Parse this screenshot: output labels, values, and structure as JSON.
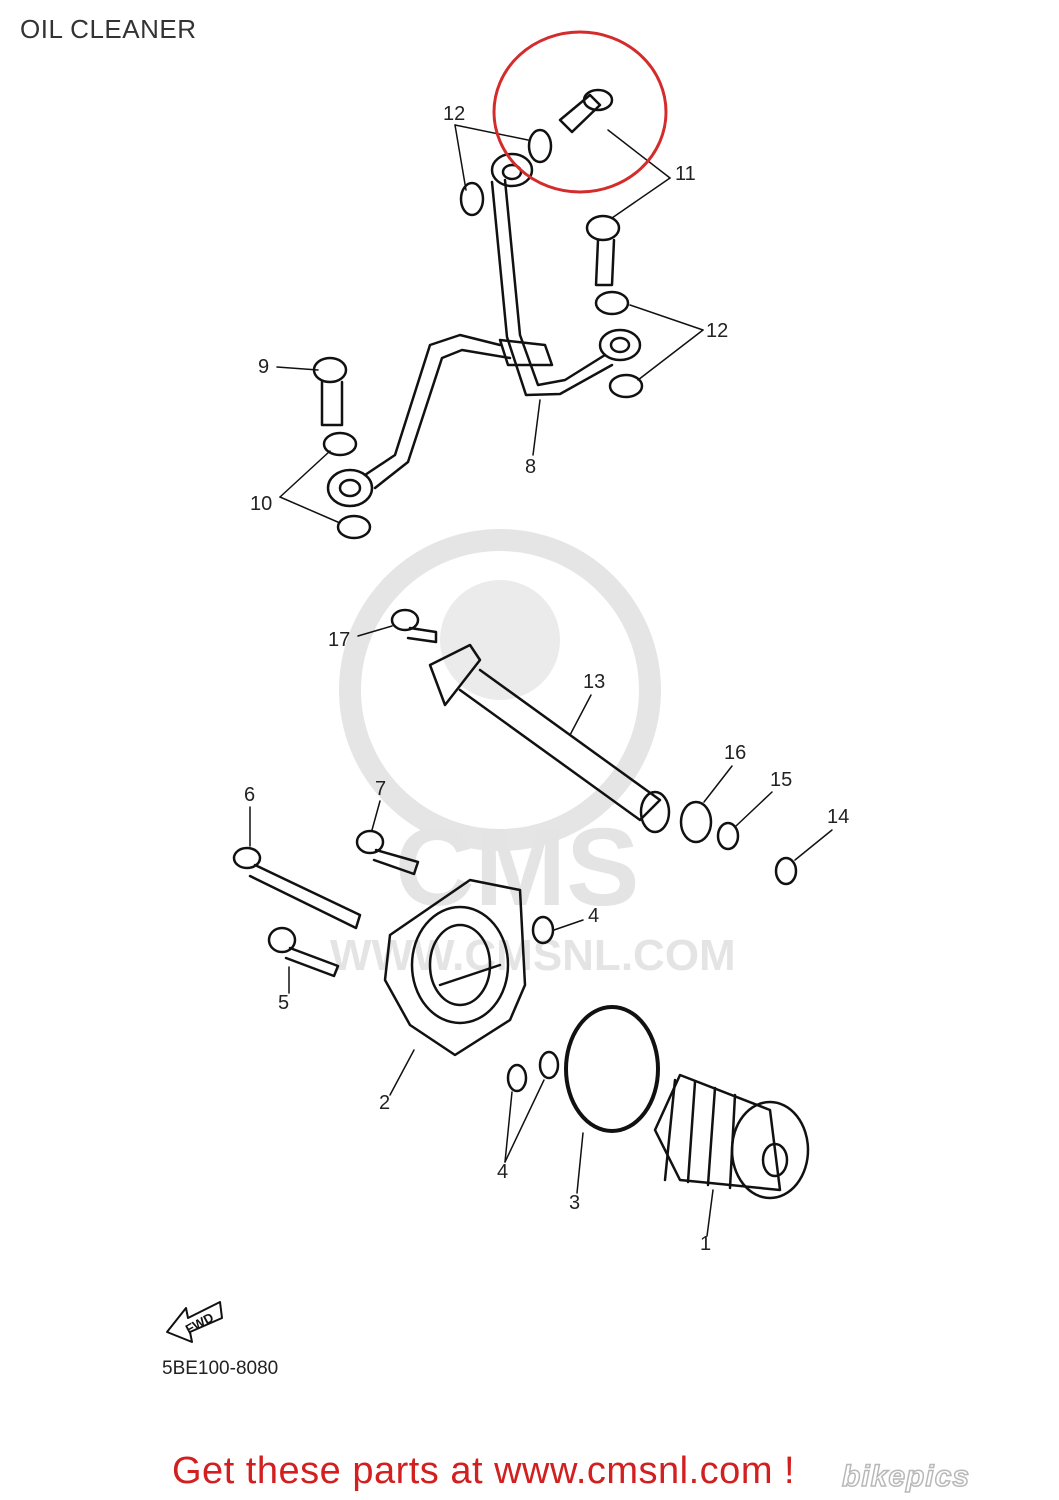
{
  "header": {
    "title": "OIL CLEANER"
  },
  "footer": {
    "doc_number": "5BE100-8080",
    "cta": "Get these parts at www.cmsnl.com !",
    "brand": "bikepics"
  },
  "fwd_badge": "FWD",
  "watermark": {
    "text_main": "CMS",
    "text_url": "WWW.CMSNL.COM"
  },
  "callouts": [
    {
      "id": "c12a",
      "text": "12"
    },
    {
      "id": "c11",
      "text": "11"
    },
    {
      "id": "c12b",
      "text": "12"
    },
    {
      "id": "c9",
      "text": "9"
    },
    {
      "id": "c8",
      "text": "8"
    },
    {
      "id": "c10",
      "text": "10"
    },
    {
      "id": "c17",
      "text": "17"
    },
    {
      "id": "c13",
      "text": "13"
    },
    {
      "id": "c16",
      "text": "16"
    },
    {
      "id": "c15",
      "text": "15"
    },
    {
      "id": "c14",
      "text": "14"
    },
    {
      "id": "c6",
      "text": "6"
    },
    {
      "id": "c7",
      "text": "7"
    },
    {
      "id": "c4a",
      "text": "4"
    },
    {
      "id": "c5",
      "text": "5"
    },
    {
      "id": "c2",
      "text": "2"
    },
    {
      "id": "c4b",
      "text": "4"
    },
    {
      "id": "c3",
      "text": "3"
    },
    {
      "id": "c1",
      "text": "1"
    }
  ],
  "colors": {
    "highlight": "#d42b2b",
    "line": "#111111",
    "cta": "#d21f1f",
    "watermark": "#cfcfcf"
  }
}
